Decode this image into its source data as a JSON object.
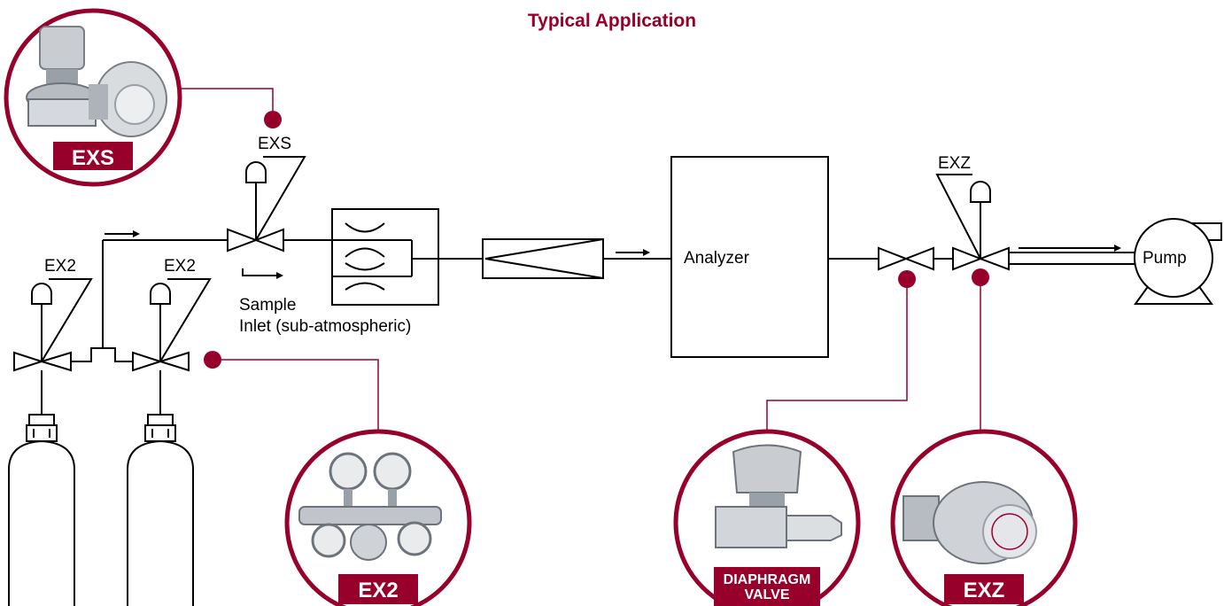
{
  "title": "Typical Application",
  "colors": {
    "accent": "#97002b",
    "line": "#000000",
    "background": "#ffffff"
  },
  "symbols": {
    "ex2_left": "EX2",
    "ex2_right": "EX2",
    "exs": "EXS",
    "exz": "EXZ",
    "analyzer": "Analyzer",
    "pump": "Pump",
    "sample_line1": "Sample",
    "sample_line2": "Inlet (sub-atmospheric)"
  },
  "products": {
    "exs": {
      "label": "EXS",
      "icon": "pressure-regulator-photo"
    },
    "ex2": {
      "label": "EX2",
      "icon": "dual-stage-regulator-photo"
    },
    "diaphragm": {
      "label_line1": "DIAPHRAGM",
      "label_line2": "VALVE",
      "icon": "diaphragm-valve-photo"
    },
    "exz": {
      "label": "EXZ",
      "icon": "pressure-regulator-photo"
    }
  }
}
